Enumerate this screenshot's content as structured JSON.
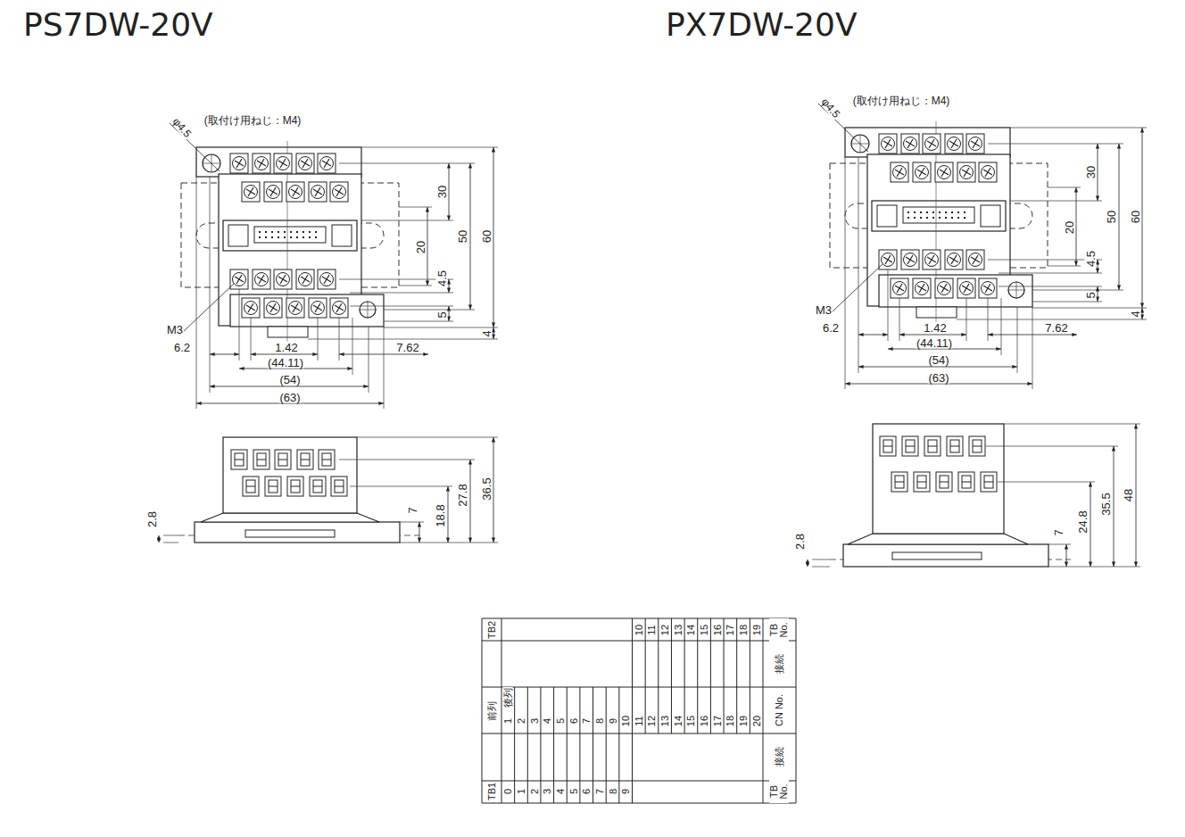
{
  "diagram": {
    "labels": [
      "PS7DW-20V",
      "PX7DW-20V",
      "φ4.5",
      "(取付け用ねじ：M4)",
      "30",
      "20",
      "50",
      "60",
      "4.5",
      "5",
      "4",
      "M3",
      "6.2",
      "1.42",
      "7.62",
      "(44.11)",
      "(54)",
      "(63)",
      "2.8",
      "7",
      "18.8",
      "27.8",
      "36.5",
      "φ4.5",
      "(取付け用ねじ：M4)",
      "30",
      "20",
      "50",
      "60",
      "4.5",
      "5",
      "4",
      "M3",
      "6.2",
      "1.42",
      "7.62",
      "(44.11)",
      "(54)",
      "(63)",
      "2.8",
      "7",
      "24.8",
      "35.5",
      "48",
      "TB2",
      "10",
      "11",
      "12",
      "13",
      "14",
      "15",
      "16",
      "17",
      "18",
      "19",
      "TB No.",
      "接続",
      "前列",
      "後列",
      "1",
      "2",
      "3",
      "4",
      "5",
      "6",
      "7",
      "8",
      "9",
      "10",
      "11",
      "12",
      "13",
      "14",
      "15",
      "16",
      "17",
      "18",
      "19",
      "20",
      "CN No.",
      "接続",
      "TB1",
      "0",
      "1",
      "2",
      "3",
      "4",
      "5",
      "6",
      "7",
      "8",
      "9",
      "TB No."
    ]
  }
}
